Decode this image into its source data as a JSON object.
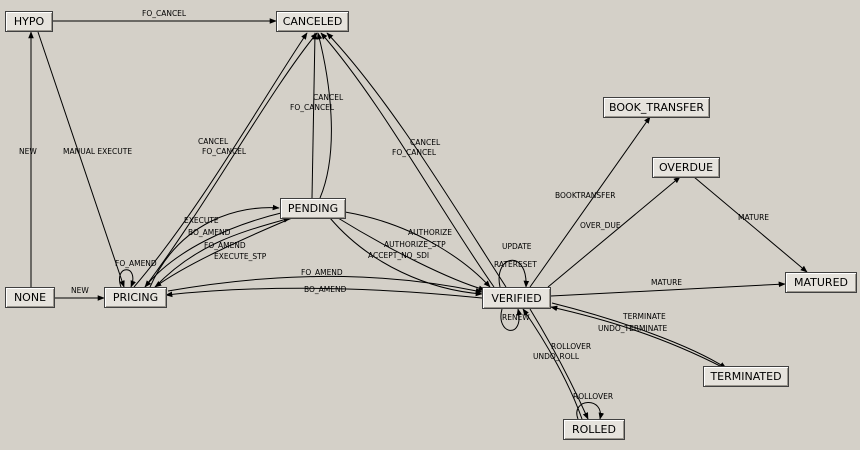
{
  "colors": {
    "background": "#d4d0c8",
    "node_fill": "#e6e3dd",
    "edge": "#000000"
  },
  "states": [
    {
      "id": "HYPO",
      "label": "HYPO"
    },
    {
      "id": "CANCELED",
      "label": "CANCELED"
    },
    {
      "id": "BOOK_TRANSFER",
      "label": "BOOK_TRANSFER"
    },
    {
      "id": "OVERDUE",
      "label": "OVERDUE"
    },
    {
      "id": "PENDING",
      "label": "PENDING"
    },
    {
      "id": "NONE",
      "label": "NONE"
    },
    {
      "id": "PRICING",
      "label": "PRICING"
    },
    {
      "id": "VERIFIED",
      "label": "VERIFIED"
    },
    {
      "id": "MATURED",
      "label": "MATURED"
    },
    {
      "id": "TERMINATED",
      "label": "TERMINATED"
    },
    {
      "id": "ROLLED",
      "label": "ROLLED"
    }
  ],
  "edge_labels": [
    "FO_CANCEL",
    "NEW",
    "MANUAL EXECUTE",
    "NEW",
    "FO_AMEND",
    "CANCEL",
    "FO_CANCEL",
    "CANCEL",
    "FO_CANCEL",
    "CANCEL",
    "FO_CANCEL",
    "BOOKTRANSFER",
    "OVER_DUE",
    "MATURE",
    "EXECUTE",
    "BO_AMEND",
    "FO_AMEND",
    "EXECUTE_STP",
    "AUTHORIZE",
    "AUTHORIZE_STP",
    "ACCEPT_NO_SDI",
    "UPDATE",
    "RATERESET",
    "FO_AMEND",
    "BO_AMEND",
    "MATURE",
    "RENEW",
    "TERMINATE",
    "UNDO_TERMINATE",
    "ROLLOVER",
    "UNDO_ROLL",
    "ROLLOVER"
  ]
}
